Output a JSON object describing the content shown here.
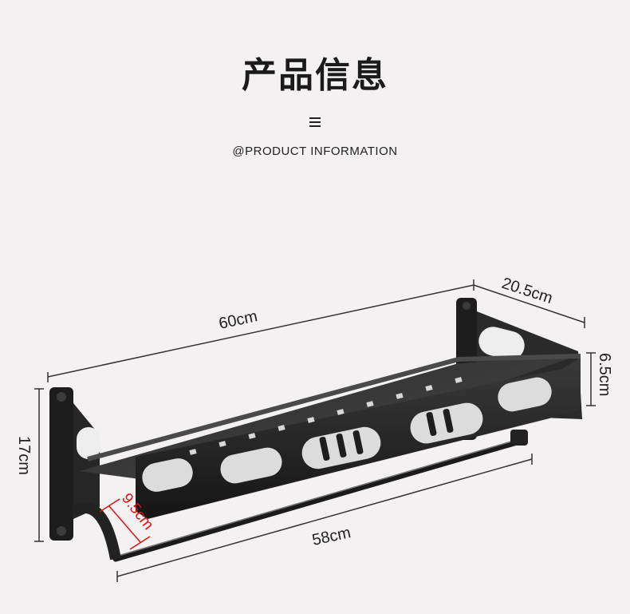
{
  "header": {
    "title": "产品信息",
    "menu_icon": "menu-icon",
    "subtitle": "@PRODUCT INFORMATION"
  },
  "dimensions": {
    "length_label": "60cm",
    "depth_label": "20.5cm",
    "side_height_label": "6.5cm",
    "total_height_label": "17cm",
    "rail_length_label": "58cm",
    "rail_gap_label": "9.5cm"
  },
  "colors": {
    "background": "#f3f1f2",
    "product": "#1e1e1e",
    "accent_red": "#e01010"
  }
}
